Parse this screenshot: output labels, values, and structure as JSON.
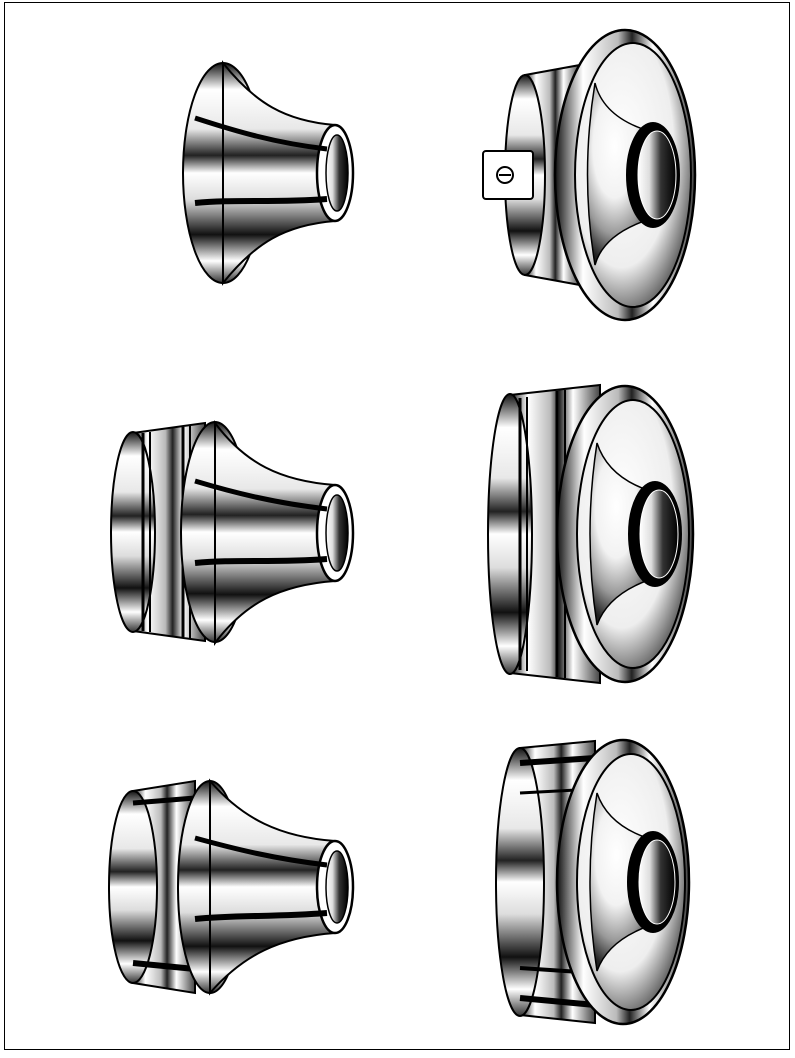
{
  "figure": {
    "columns": [
      "side-view",
      "front-view"
    ],
    "parts": [
      {
        "id": "plain-flared-bell",
        "row": 1,
        "view": "side"
      },
      {
        "id": "bell-with-clamp-collar",
        "row": 1,
        "view": "front"
      },
      {
        "id": "grooved-collar-bell",
        "row": 2,
        "view": "side"
      },
      {
        "id": "grooved-collar-bell",
        "row": 2,
        "view": "front"
      },
      {
        "id": "plain-collar-bell",
        "row": 3,
        "view": "side"
      },
      {
        "id": "plain-collar-bell",
        "row": 3,
        "view": "front"
      }
    ]
  },
  "colors": {
    "outline": "#000000",
    "metal_highlight": "#ffffff",
    "metal_shadow": "#111111",
    "border": "#000000"
  }
}
